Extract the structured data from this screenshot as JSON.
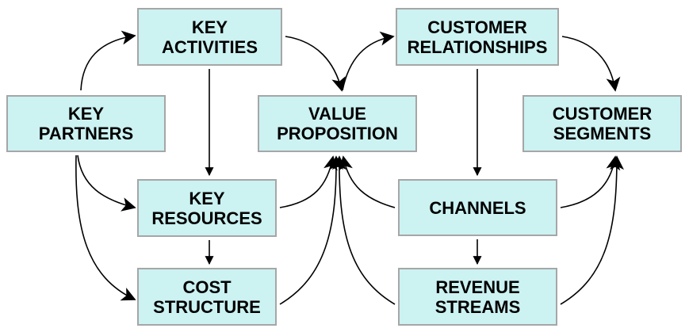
{
  "style": {
    "box_fill": "#ccf2f2",
    "box_border": "#a6a6a6",
    "arrow_color": "#000000"
  },
  "nodes": {
    "key_activities": {
      "line1": "KEY",
      "line2": "ACTIVITIES"
    },
    "customer_relationships": {
      "line1": "CUSTOMER",
      "line2": "RELATIONSHIPS"
    },
    "key_partners": {
      "line1": "KEY",
      "line2": "PARTNERS"
    },
    "value_proposition": {
      "line1": "VALUE",
      "line2": "PROPOSITION"
    },
    "customer_segments": {
      "line1": "CUSTOMER",
      "line2": "SEGMENTS"
    },
    "key_resources": {
      "line1": "KEY",
      "line2": "RESOURCES"
    },
    "channels": {
      "line1": "CHANNELS"
    },
    "cost_structure": {
      "line1": "COST",
      "line2": "STRUCTURE"
    },
    "revenue_streams": {
      "line1": "REVENUE",
      "line2": "STREAMS"
    }
  },
  "edges": [
    {
      "from": "key_partners",
      "to": "key_activities"
    },
    {
      "from": "key_partners",
      "to": "key_resources"
    },
    {
      "from": "key_partners",
      "to": "cost_structure"
    },
    {
      "from": "key_activities",
      "to": "key_resources"
    },
    {
      "from": "key_activities",
      "to": "value_proposition"
    },
    {
      "from": "key_resources",
      "to": "cost_structure"
    },
    {
      "from": "key_resources",
      "to": "value_proposition"
    },
    {
      "from": "cost_structure",
      "to": "value_proposition"
    },
    {
      "from": "value_proposition",
      "to": "customer_relationships"
    },
    {
      "from": "customer_relationships",
      "to": "customer_segments"
    },
    {
      "from": "customer_relationships",
      "to": "channels"
    },
    {
      "from": "channels",
      "to": "value_proposition"
    },
    {
      "from": "channels",
      "to": "customer_segments"
    },
    {
      "from": "channels",
      "to": "revenue_streams"
    },
    {
      "from": "revenue_streams",
      "to": "value_proposition"
    },
    {
      "from": "revenue_streams",
      "to": "customer_segments"
    }
  ]
}
